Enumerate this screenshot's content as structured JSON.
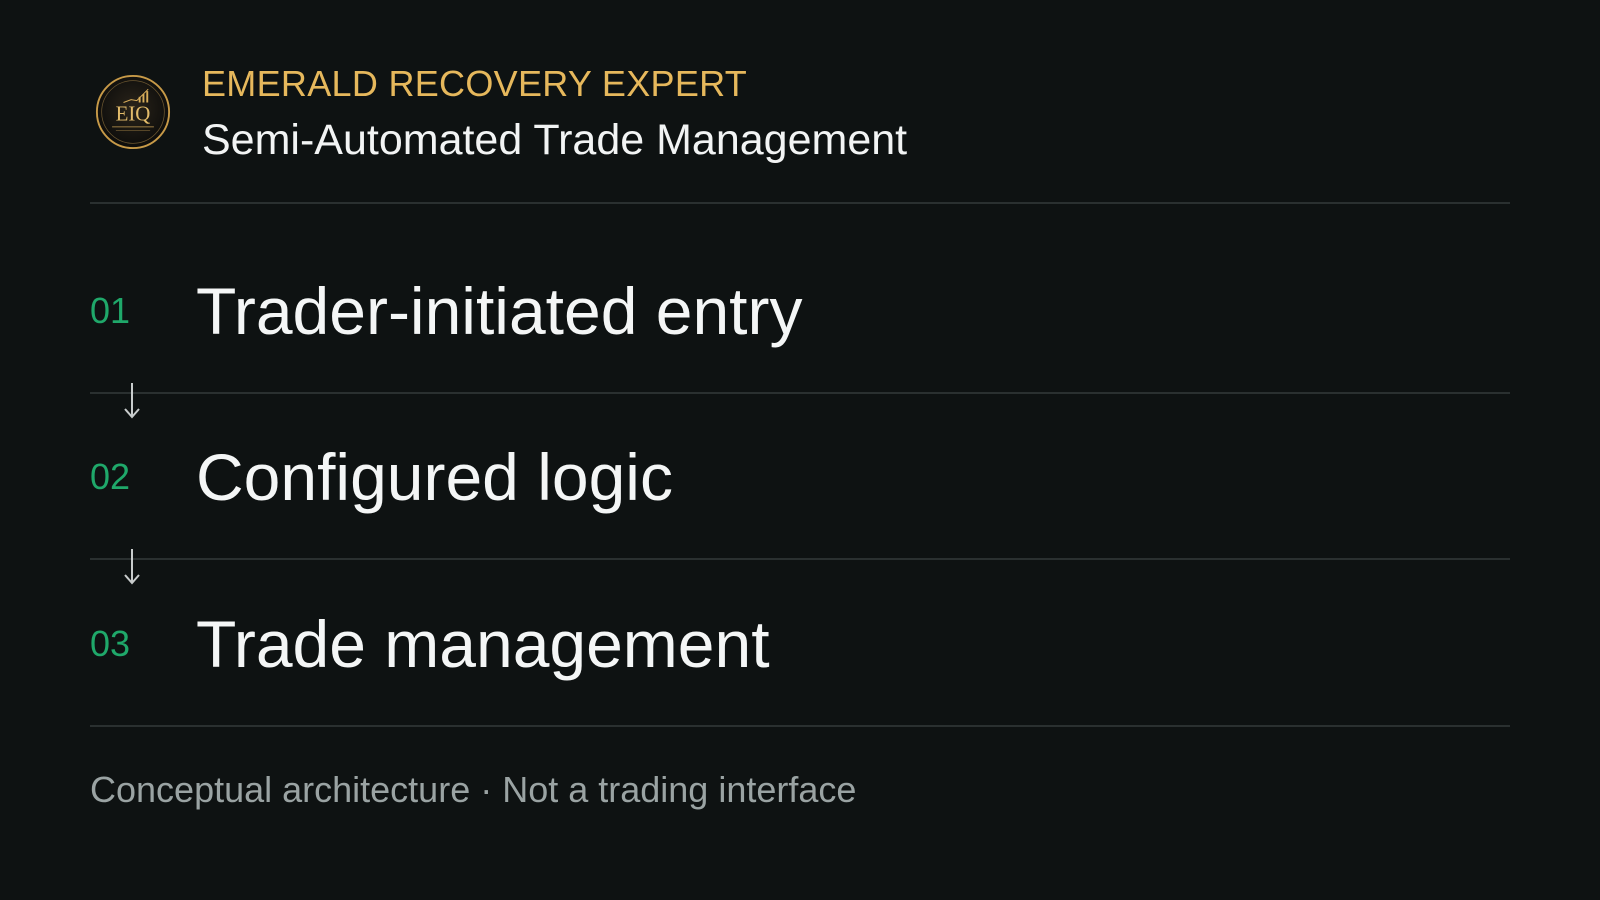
{
  "header": {
    "logo_text": "EIQ",
    "brand_name": "EMERALD RECOVERY EXPERT",
    "subtitle": "Semi-Automated Trade Management"
  },
  "steps": [
    {
      "number": "01",
      "label": "Trader-initiated entry"
    },
    {
      "number": "02",
      "label": "Configured logic"
    },
    {
      "number": "03",
      "label": "Trade management"
    }
  ],
  "connectors": [
    "arrow-down-icon",
    "arrow-down-icon"
  ],
  "footer": {
    "note": "Conceptual architecture · Not a trading interface"
  },
  "colors": {
    "background": "#0e1212",
    "accent_gold": "#e6b85c",
    "accent_green": "#1fa86a",
    "text_primary": "#f4f6f6",
    "text_muted": "#9aa3a3",
    "divider": "#2a3030"
  }
}
